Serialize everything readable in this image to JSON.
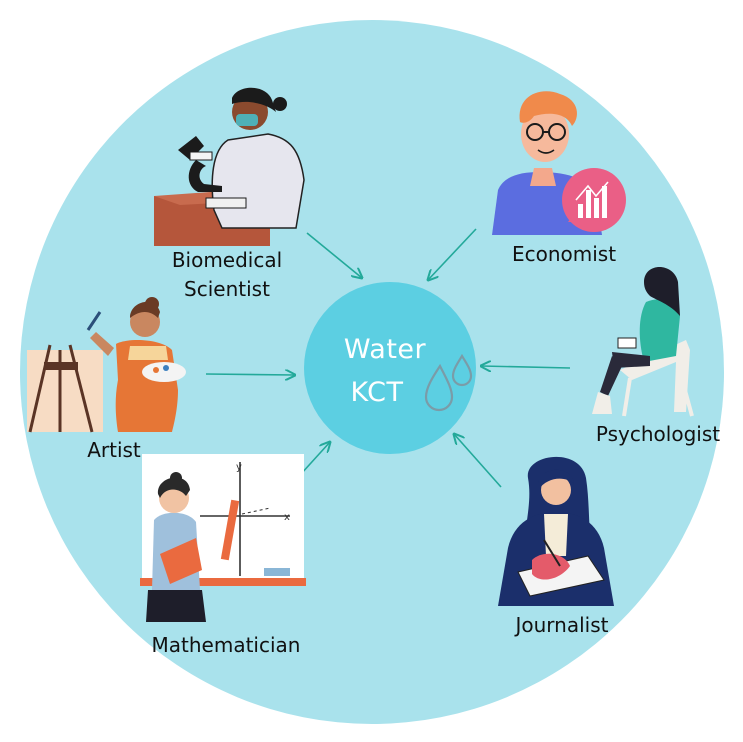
{
  "center": {
    "line1": "Water",
    "line2": "KCT"
  },
  "roles": {
    "biomedical": {
      "line1": "Biomedical",
      "line2": "Scientist"
    },
    "economist": "Economist",
    "artist": "Artist",
    "psychologist": "Psychologist",
    "mathematician": "Mathematician",
    "journalist": "Journalist"
  },
  "colors": {
    "background_circle": "#a9e2ec",
    "center_circle": "#5ccfe2",
    "arrow": "#23a99a"
  },
  "icons": [
    "water-drops-icon",
    "bar-chart-icon"
  ]
}
